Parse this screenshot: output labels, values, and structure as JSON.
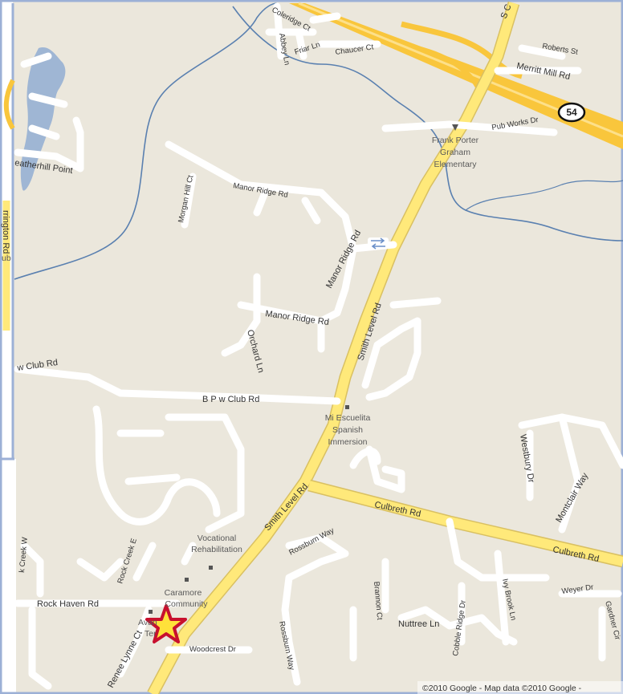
{
  "colors": {
    "land": "#ebe7dc",
    "minor_road": "#ffffff",
    "major_road": "#ffe97a",
    "highway": "#f9c63c",
    "water": "#9fb6d4",
    "stream": "#5a80b0",
    "frame": "#9cb0d6"
  },
  "roads": {
    "coleridge_ct": "Coleridge Ct",
    "abbey_ln": "Abbey Ln",
    "friar_ln": "Friar Ln",
    "chaucer_ct": "Chaucer Ct",
    "roberts_st": "Roberts St",
    "merritt_mill_rd": "Merritt Mill Rd",
    "s_c": "S C",
    "pub_works_dr": "Pub Works Dr",
    "featherhill_point": "eatherhill Point",
    "morgan_hill_ct": "Morgan Hill Ct",
    "manor_ridge_rd_top": "Manor Ridge Rd",
    "manor_ridge_rd_mid": "Manor Ridge Rd",
    "manor_ridge_rd_low": "Manor Ridge Rd",
    "smith_level_rd_upper": "Smith Level Rd",
    "smith_level_rd_lower": "Smith Level Rd",
    "orchard_ln": "Orchard Ln",
    "bpw_club_rd_left": "w Club Rd",
    "bpw_club_rd": "B P w Club Rd",
    "westbury_dr": "Westbury Dr",
    "montclair_way": "Montclair Way",
    "culbreth_rd": "Culbreth Rd",
    "culbreth_rd_2": "Culbreth Rd",
    "rossburn_way": "Rossburn Way",
    "rossburn_way_2": "Rossburn Way",
    "rock_creek_e": "Rock Creek E",
    "creek_w": "k Creek W",
    "rock_haven_rd": "Rock Haven Rd",
    "renee_lynne_ct": "Renee Lynne Ct",
    "brannon_ct": "Brannon Ct",
    "cobble_ridge_dr": "Cobble Ridge Dr",
    "ivy_brook_ln": "Ivy Brook Ln",
    "weyer_dr": "Weyer Dr",
    "gardner_cir": "Gardner Cir",
    "nuttree_ln": "Nuttree Ln",
    "woodcrest_dr": "Woodcrest Dr",
    "arrington_rd": "rrington Rd",
    "route_shield": "54"
  },
  "pois": {
    "frank_porter_1": "Frank Porter",
    "frank_porter_2": "Graham",
    "frank_porter_3": "Elementary",
    "mi_escuelita_1": "Mi Escuelita",
    "mi_escuelita_2": "Spanish",
    "mi_escuelita_3": "Immersion",
    "vocational_1": "Vocational",
    "vocational_2": "Rehabilitation",
    "caramore_1": "Caramore",
    "caramore_2": "Community",
    "avan": "Avan",
    "ter": "Ter",
    "ub": "ub"
  },
  "copyright": "©2010 Google - Map data ©2010 Google -"
}
